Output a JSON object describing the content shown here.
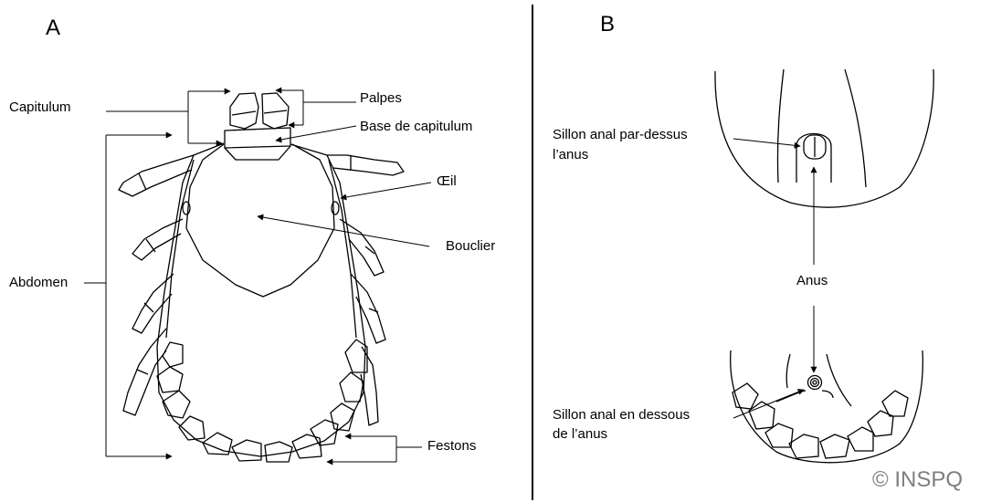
{
  "panel_a": {
    "letter": "A",
    "labels": {
      "capitulum": "Capitulum",
      "palpes": "Palpes",
      "base_capitulum": "Base de capitulum",
      "oeil": "Œil",
      "bouclier": "Bouclier",
      "abdomen": "Abdomen",
      "festons": "Festons"
    }
  },
  "panel_b": {
    "letter": "B",
    "labels": {
      "sillon_dessus_1": "Sillon anal par-dessus",
      "sillon_dessus_2": "l’anus",
      "anus": "Anus",
      "sillon_dessous_1": "Sillon anal en dessous",
      "sillon_dessous_2": "de l’anus"
    }
  },
  "copyright": "© INSPQ",
  "colors": {
    "ink": "#000000",
    "copyright": "#7f7f7f"
  }
}
